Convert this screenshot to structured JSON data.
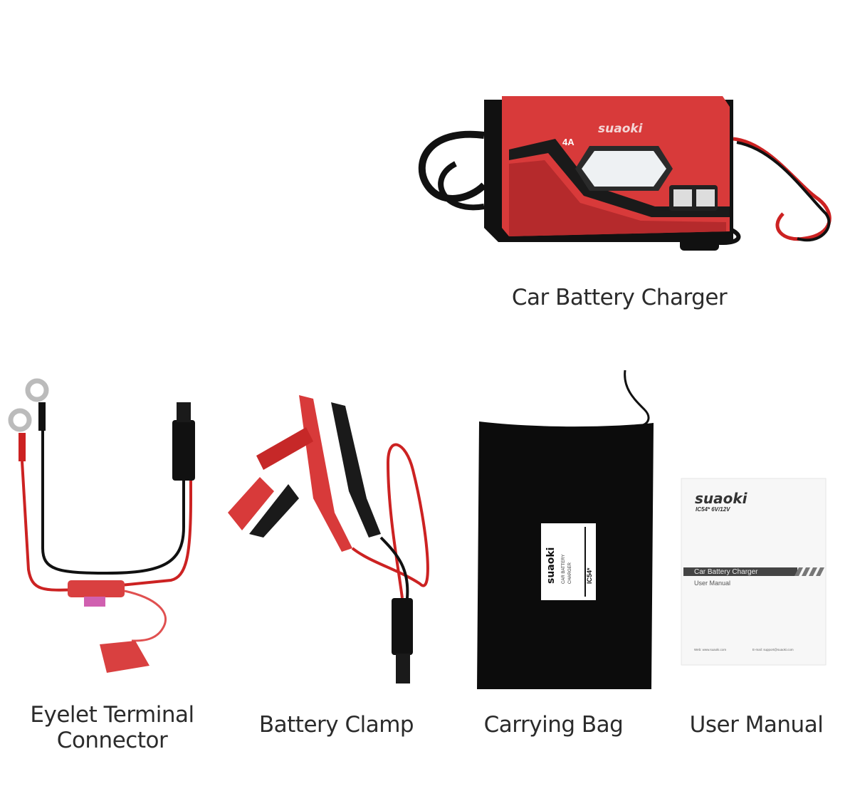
{
  "items": [
    {
      "label": "Car Battery Charger"
    },
    {
      "label_line1": "Eyelet Terminal",
      "label_line2": "Connector"
    },
    {
      "label": "Battery Clamp"
    },
    {
      "label": "Carrying Bag"
    },
    {
      "label": "User Manual"
    }
  ],
  "charger": {
    "brand": "suaoki",
    "rating": "4A"
  },
  "bag_tag": {
    "brand": "suaoki",
    "line1": "CAR BATTERY",
    "line2": "CHARGER",
    "model": "IC54*"
  },
  "manual": {
    "brand": "suaoki",
    "model": "IC54* 6V/12V",
    "title": "Car Battery Charger",
    "subtitle": "User Manual",
    "web": "Web: www.suaoki.com",
    "email": "E-mail: support@suaoki.com"
  },
  "colors": {
    "red": "#d83a3a",
    "dark_red": "#a61f22",
    "black": "#111111"
  }
}
